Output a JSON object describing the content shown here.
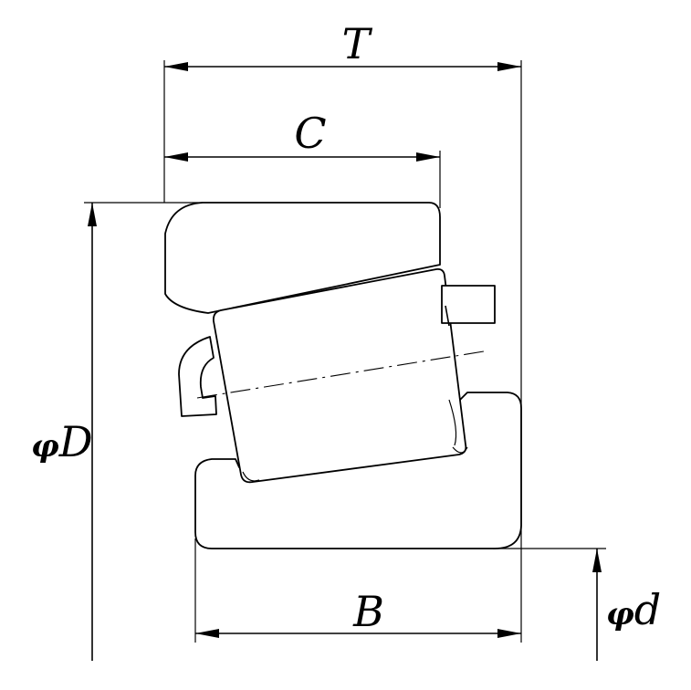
{
  "labels": {
    "T": "T",
    "C": "C",
    "D_prefix": "φ",
    "D": "D",
    "B": "B",
    "d_prefix": "φ",
    "d": "d"
  }
}
